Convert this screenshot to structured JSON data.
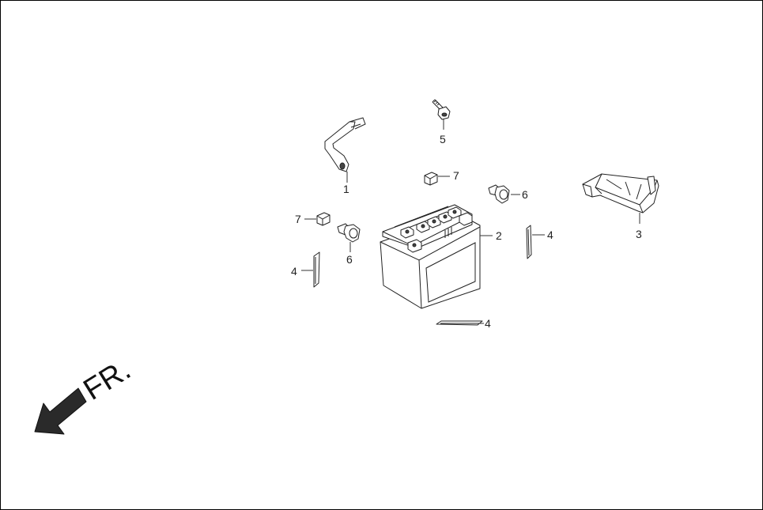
{
  "callouts": {
    "c1": "1",
    "c2": "2",
    "c3": "3",
    "c4a": "4",
    "c4b": "4",
    "c4c": "4",
    "c5": "5",
    "c6a": "6",
    "c6b": "6",
    "c7a": "7",
    "c7b": "7"
  },
  "direction": {
    "label": "FR."
  }
}
